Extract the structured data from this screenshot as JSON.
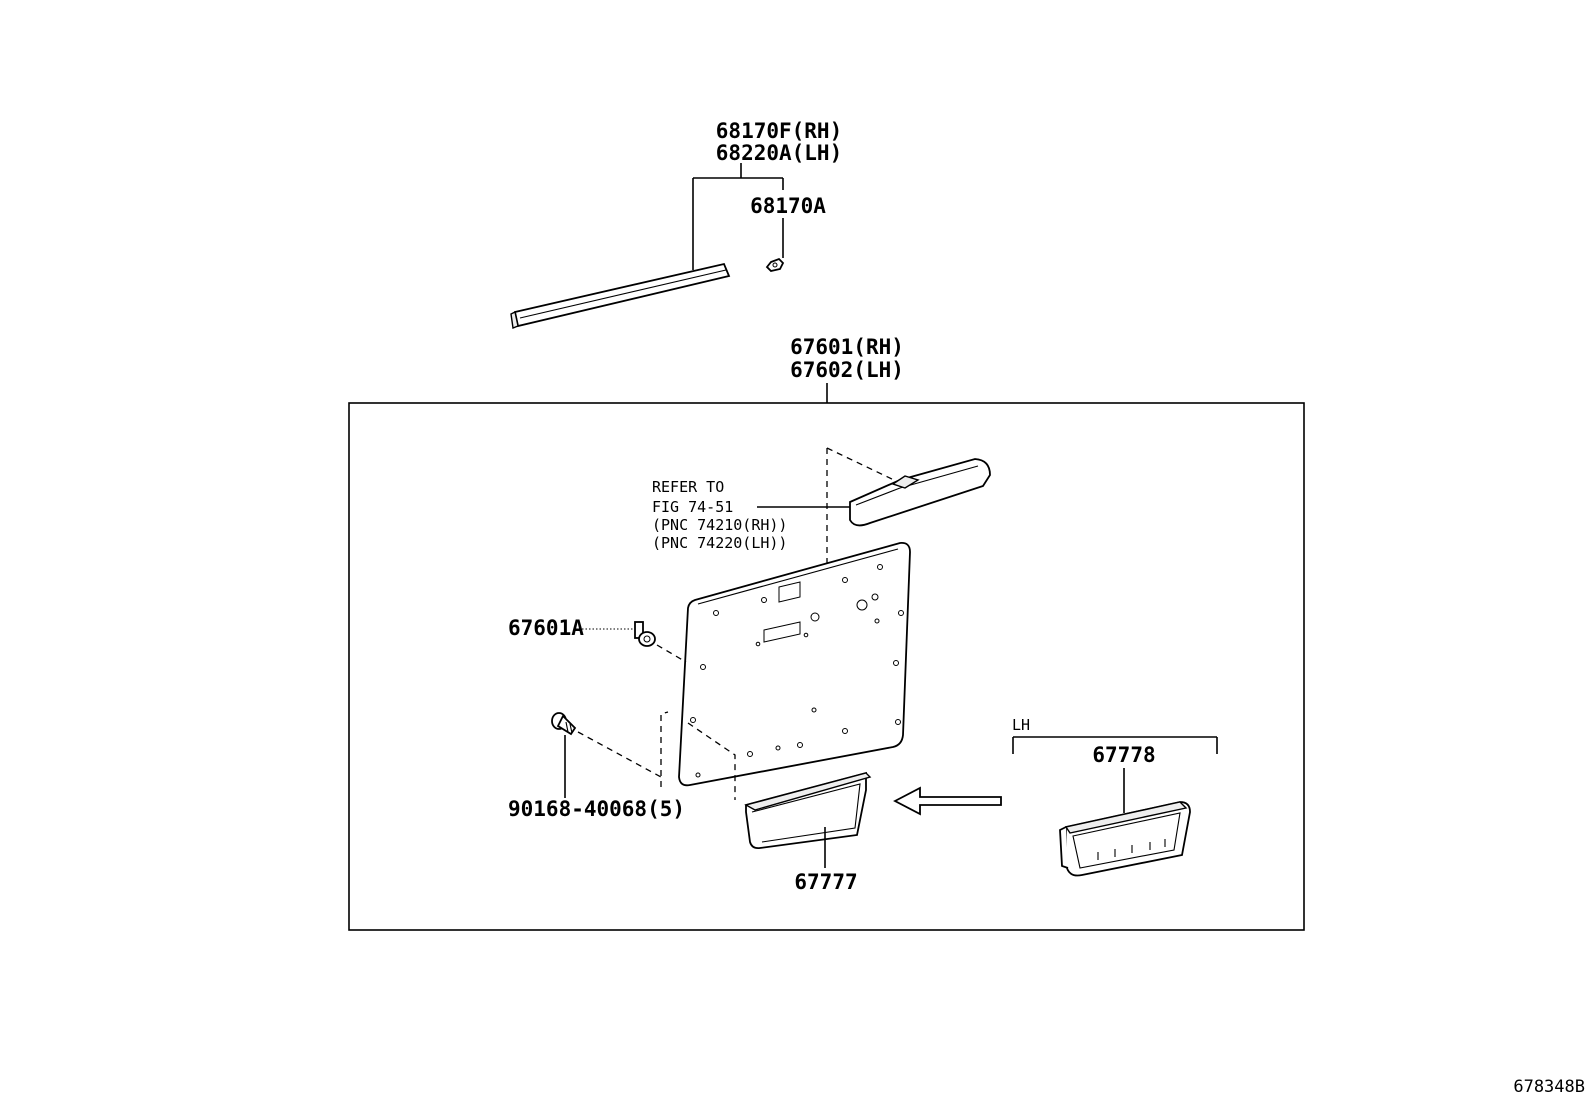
{
  "labels": {
    "molding_rh": "68170F(RH)",
    "molding_lh": "68220A(LH)",
    "clip": "68170A",
    "board_rh": "67601(RH)",
    "board_lh": "67602(LH)",
    "refer_1": "REFER TO",
    "refer_2": "FIG 74-51",
    "refer_3": "(PNC 74210(RH))",
    "refer_4": "(PNC 74220(LH))",
    "clip_board": "67601A",
    "screw": "90168-40068(5)",
    "pocket": "67777",
    "lh_tag": "LH",
    "pocket_lh": "67778",
    "figure_code": "678348B"
  }
}
